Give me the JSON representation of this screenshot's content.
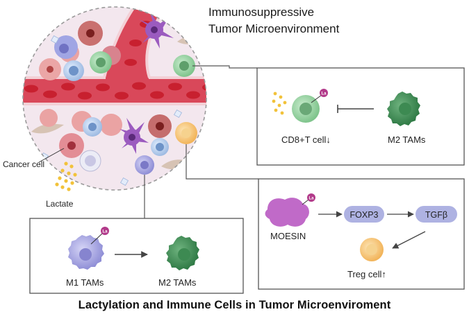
{
  "diagram": {
    "title_line1": "Immunosuppressive",
    "title_line2": "Tumor Microenvironment",
    "footer_title": "Lactylation and Immune Cells in Tumor Microenviroment",
    "labels": {
      "cancer_cell": "Cancer cell",
      "lactate": "Lactate"
    },
    "la_badge": "La",
    "panel_cd8": {
      "cd8_label": "CD8+T cell↓",
      "m2_label": "M2 TAMs"
    },
    "panel_treg": {
      "moesin": "MOESIN",
      "foxp3": "FOXP3",
      "tgfb": "TGFβ",
      "treg": "Treg cell↑"
    },
    "panel_m1": {
      "m1_label": "M1 TAMs",
      "m2_label": "M2 TAMs"
    },
    "colors": {
      "vessel": "#d9485a",
      "rbc": "#c8202f",
      "tissue": "#f3e7ee",
      "cd8_cell": "#9fd6a8",
      "m2_cell": "#3f8a55",
      "m1_cell": "#a9a8e6",
      "la_badge": "#b23a8a",
      "moesin": "#c06ac8",
      "pill": "#aeb2e2",
      "treg": "#f7c67a",
      "lactate_dot": "#f2c23a"
    }
  }
}
